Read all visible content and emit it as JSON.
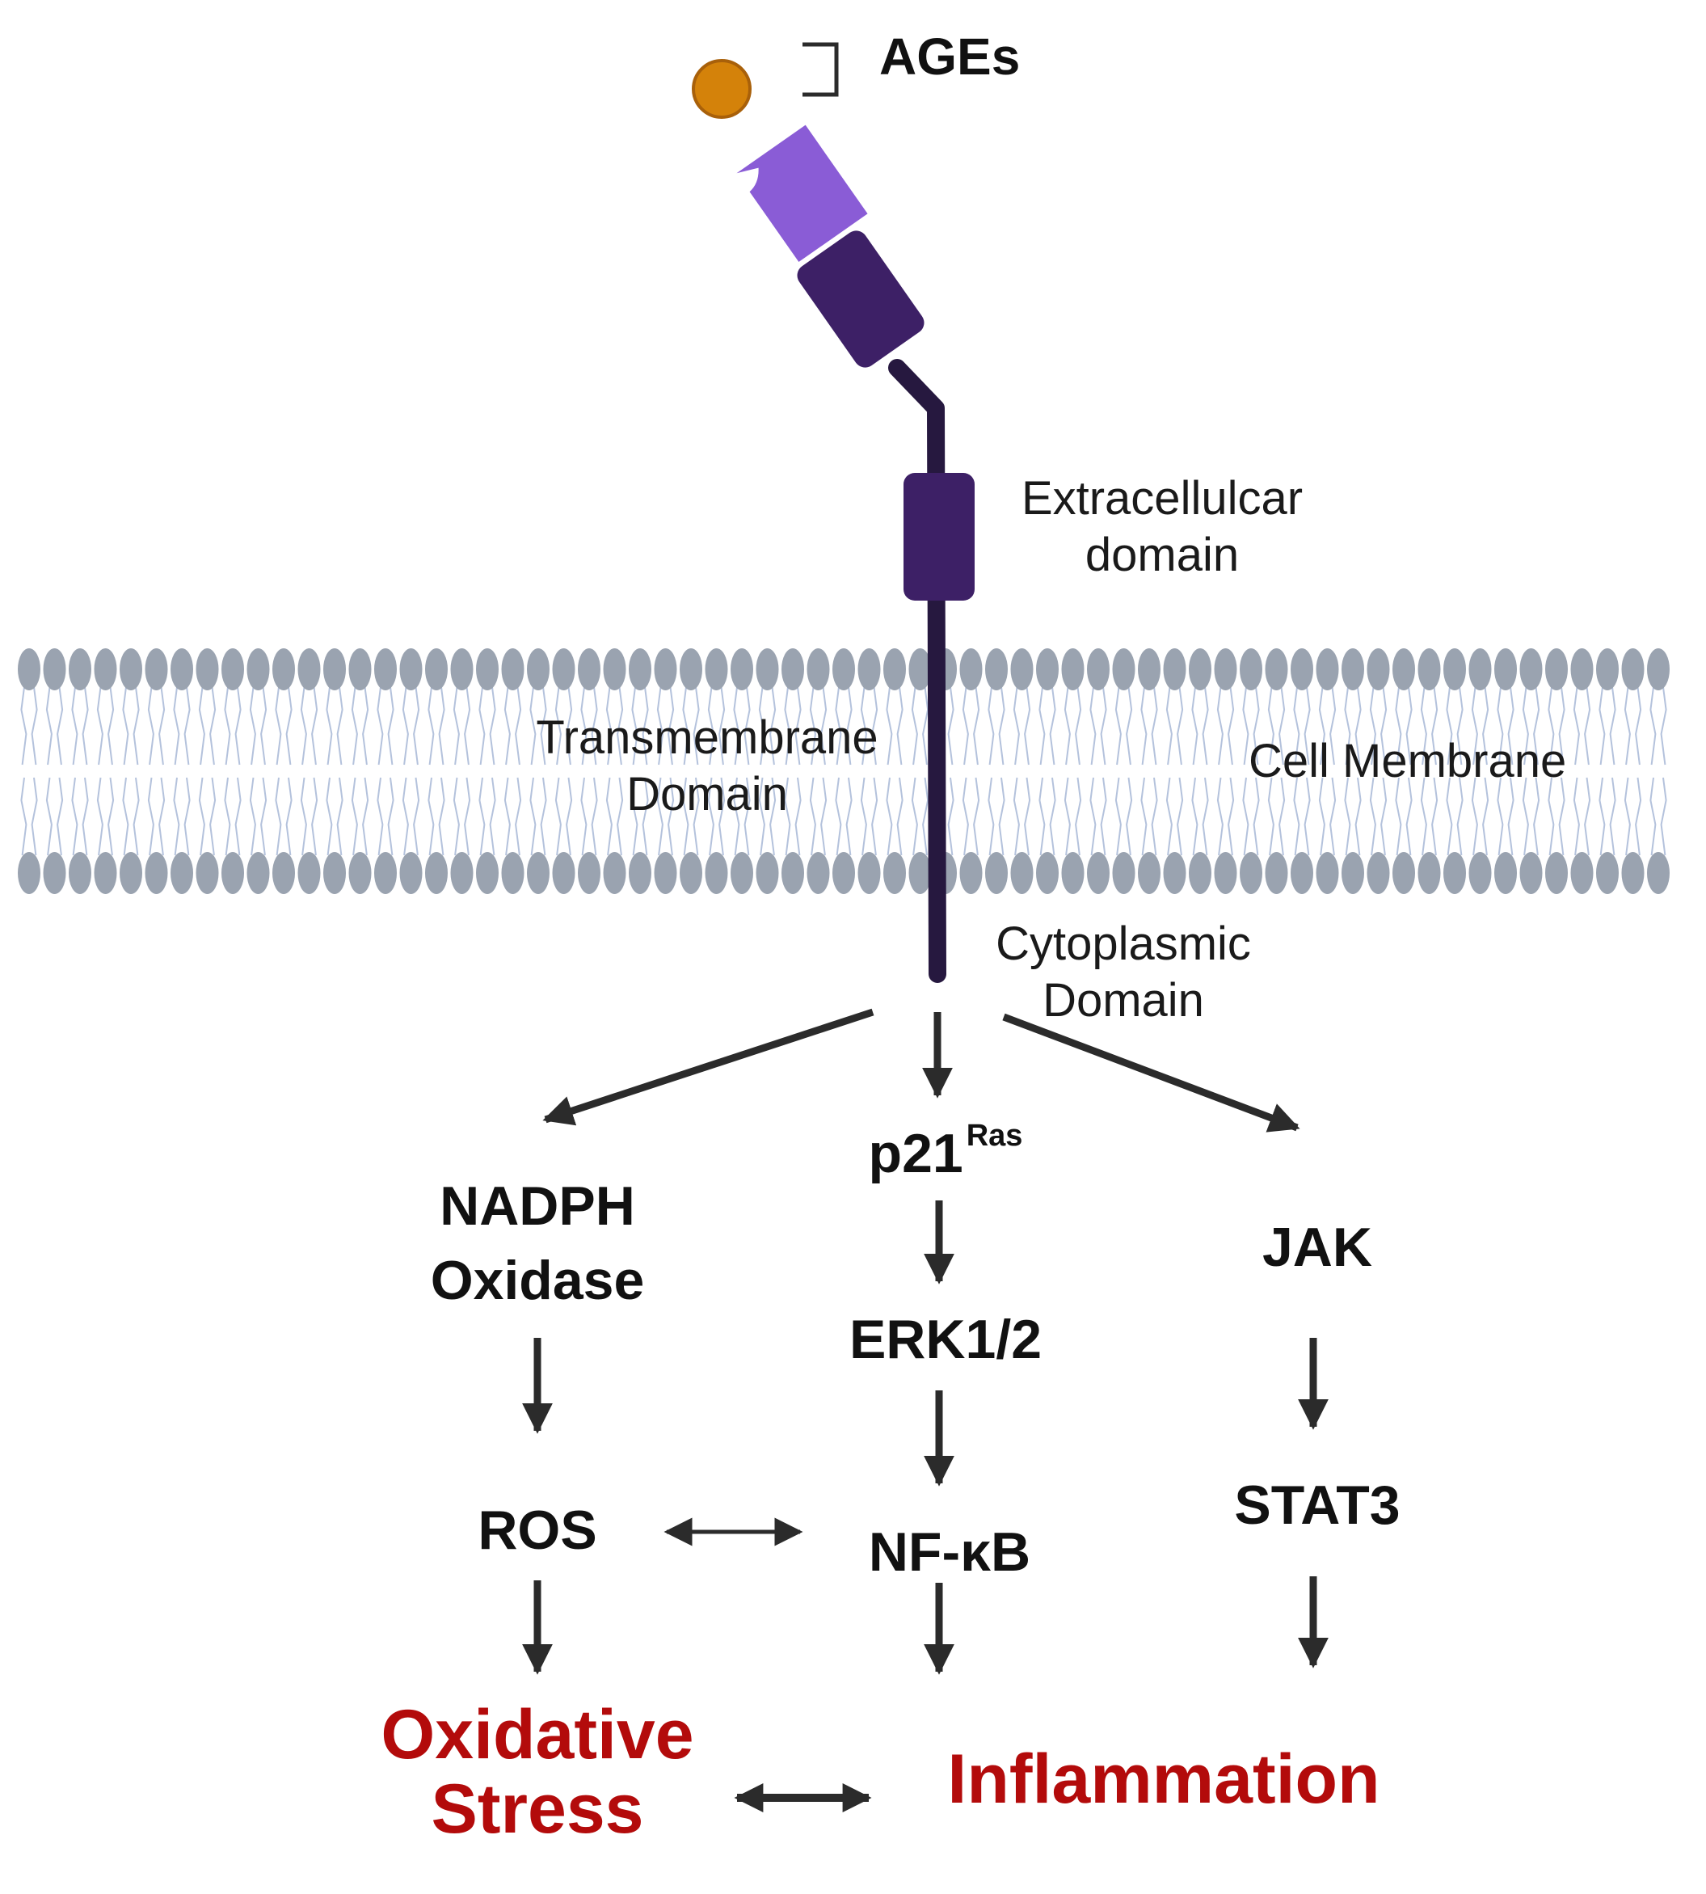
{
  "ligand": {
    "label": "AGEs",
    "color": "#D4820A"
  },
  "receptor": {
    "domains": {
      "extracellular": "Extracellulcar domain",
      "transmembrane": "Transmembrane Domain",
      "cytoplasmic": "Cytoplasmic Domain"
    },
    "colors": {
      "light": "#8A5CD6",
      "dark": "#3D2066",
      "stalk": "#26183F"
    }
  },
  "membrane": {
    "label": "Cell Membrane",
    "head_color": "#9AA3B0",
    "tail_color": "#B4C2DC"
  },
  "pathways": {
    "left": {
      "node1_line1": "NADPH",
      "node1_line2": "Oxidase",
      "node2": "ROS",
      "outcome_line1": "Oxidative",
      "outcome_line2": "Stress"
    },
    "middle": {
      "node1": "p21",
      "node1_sup": "Ras",
      "node2": "ERK1/2",
      "node3": "NF-κB",
      "outcome": "Inflammation"
    },
    "right": {
      "node1": "JAK",
      "node2": "STAT3"
    }
  },
  "colors": {
    "arrow": "#2B2B2B",
    "outcome": "#B30B0B",
    "text": "#111111"
  }
}
